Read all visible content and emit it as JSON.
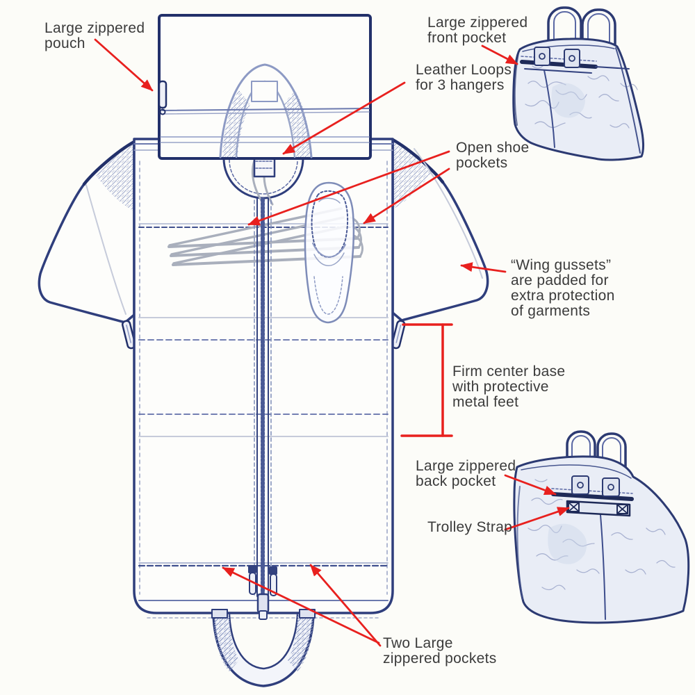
{
  "title": "Garment bag / duffel features diagram",
  "colors": {
    "ink_blue": "#2f3e7c",
    "ink_dark": "#22306a",
    "ink_light": "#8d9ac4",
    "hanger_gray": "#a9afbc",
    "annotation_red": "#e8201e",
    "label_text": "#3b3b3b",
    "paper": "#fcfcf8"
  },
  "labels": {
    "pouch": "Large zippered\npouch",
    "front_pocket": "Large zippered\nfront pocket",
    "leather_loops": "Leather Loops\nfor 3 hangers",
    "shoe_pockets": "Open shoe\npockets",
    "wing_gussets": "“Wing gussets”\nare padded for\nextra protection\nof garments",
    "center_base": "Firm center base\nwith protective\nmetal feet",
    "back_pocket": "Large zippered\nback pocket",
    "trolley_strap": "Trolley Strap",
    "two_pockets": "Two Large\nzippered pockets"
  }
}
